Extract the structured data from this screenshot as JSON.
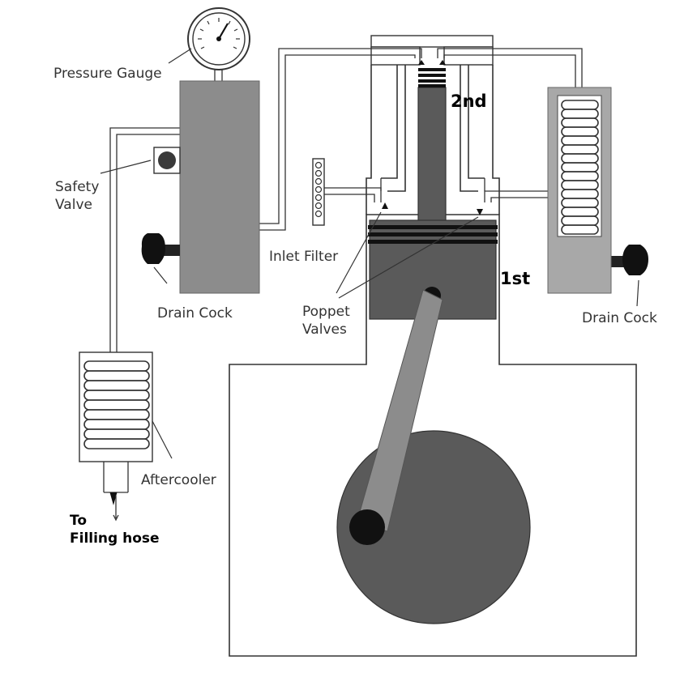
{
  "labels": {
    "pressure_gauge": "Pressure Gauge",
    "safety_valve_1": "Safety",
    "safety_valve_2": "Valve",
    "drain_cock_left": "Drain Cock",
    "drain_cock_right": "Drain Cock",
    "inlet_filter": "Inlet Filter",
    "poppet_valves_1": "Poppet",
    "poppet_valves_2": "Valves",
    "aftercooler": "Aftercooler",
    "filling_hose_1": "To",
    "filling_hose_2": "Filling hose",
    "stage_1": "1st",
    "stage_2": "2nd"
  },
  "colors": {
    "dark_gray": "#5a5a5a",
    "mid_gray": "#8c8c8c",
    "light_gray": "#a8a8a8",
    "black": "#111111"
  }
}
